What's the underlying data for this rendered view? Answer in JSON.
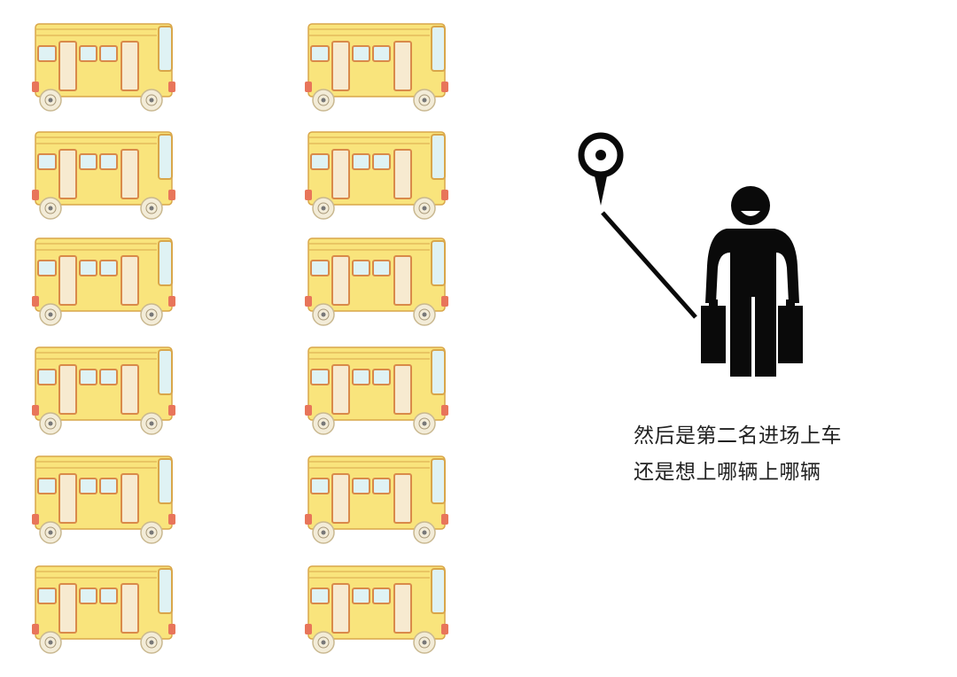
{
  "caption": {
    "line1": "然后是第二名进场上车",
    "line2": "还是想上哪辆上哪辆"
  },
  "buses": {
    "columns": 2,
    "rows": 6,
    "count": 12
  },
  "colors": {
    "bus_body": "#f9e47c",
    "bus_outline": "#d9a64a",
    "window": "#dff2f4",
    "door": "#f7ead0",
    "light": "#e8755a",
    "figure": "#0a0a0a"
  },
  "icons": [
    "location-pin-icon",
    "traveler-with-suitcases-icon",
    "bus-icon"
  ]
}
